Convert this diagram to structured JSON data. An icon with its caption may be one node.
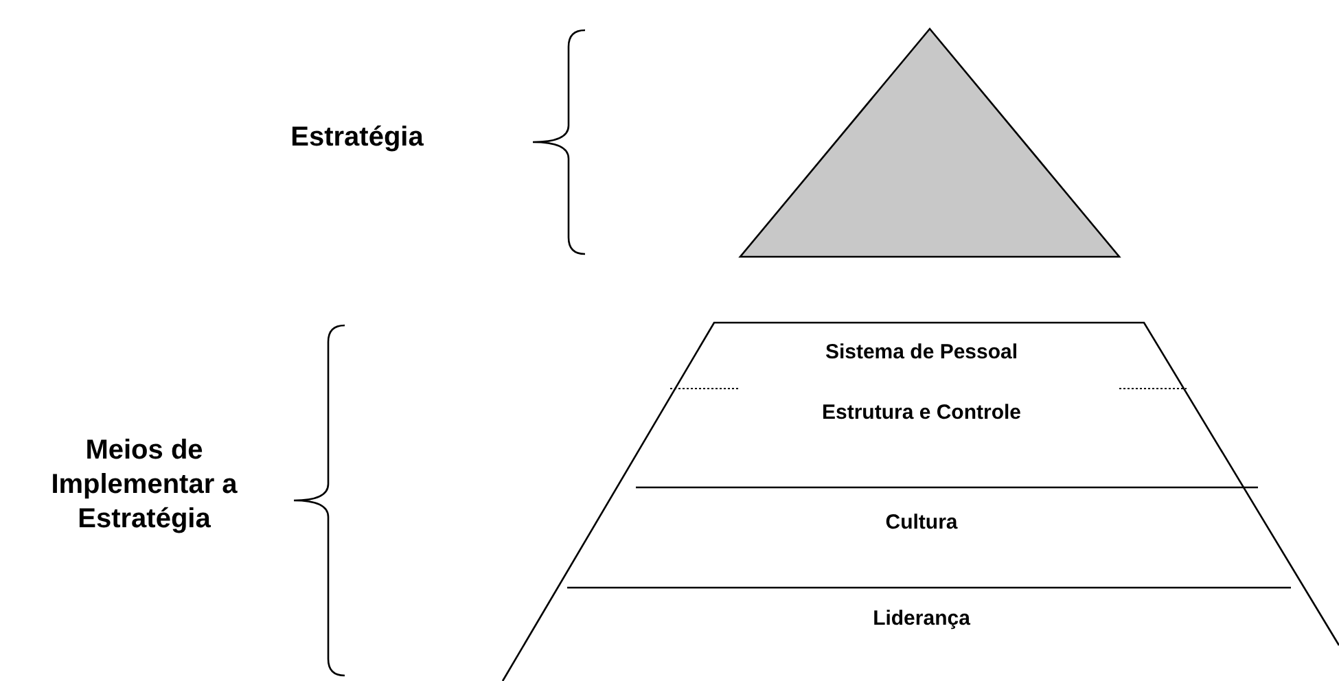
{
  "diagram": {
    "nodes": [
      {
        "text": [],
        "shape": "triangle"
      },
      {
        "text": [],
        "shape": "trapezoid"
      },
      {
        "text": [
          "Sistema de Pessoal"
        ],
        "in": 1
      },
      {
        "text": [
          "Estrutura e Controle"
        ],
        "in": 1
      },
      {
        "text": [
          "Cultura"
        ],
        "in": 1
      },
      {
        "text": [
          "Liderança"
        ],
        "in": 1
      }
    ],
    "edges": [],
    "labels": [
      "Estratégia",
      "Meios de Implementar a Estratégia"
    ]
  }
}
